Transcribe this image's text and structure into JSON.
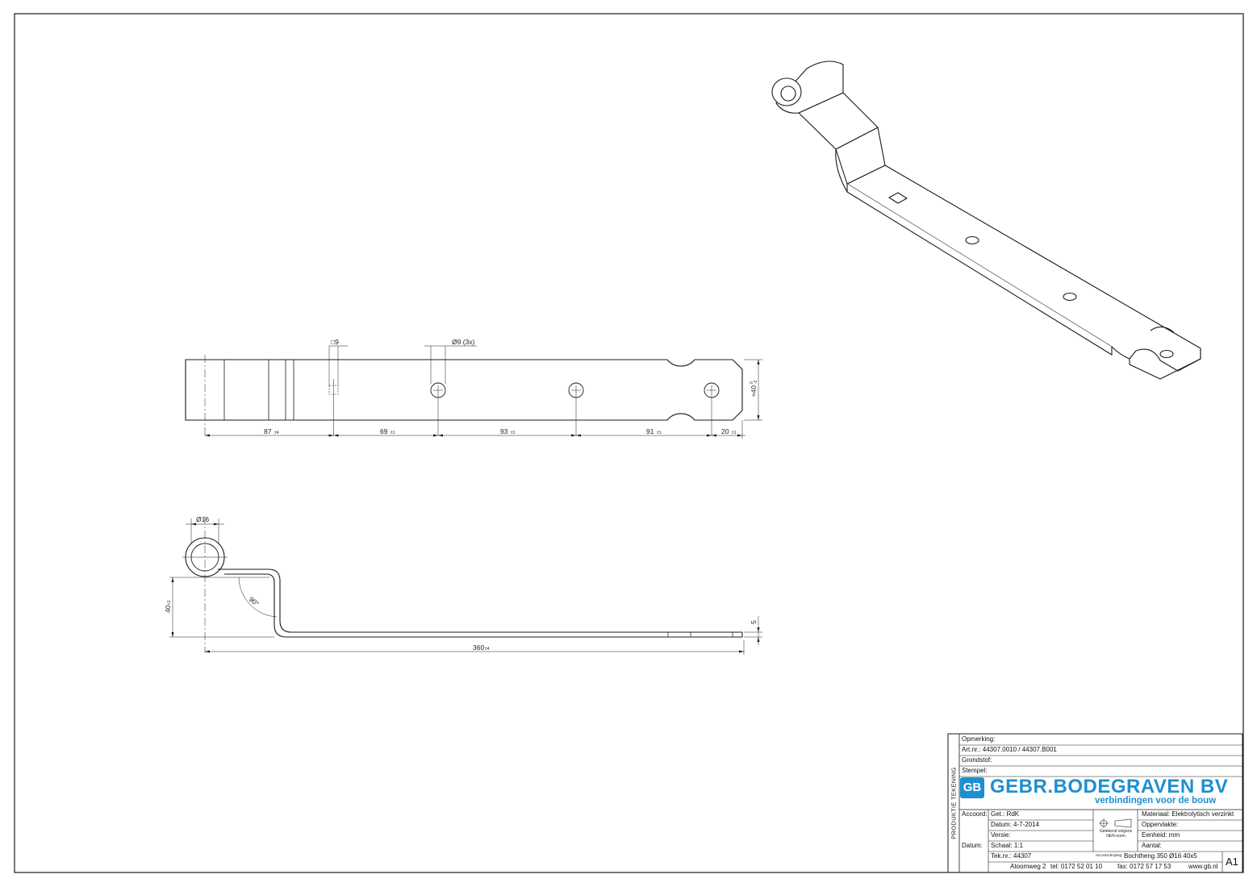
{
  "dimensions": {
    "square_hole": "□9",
    "round_holes": "Ø9 (3x)",
    "d87": "87",
    "d87_tol": "±4",
    "d69": "69",
    "d69_tol": "±1",
    "d93": "93",
    "d93_tol": "±1",
    "d91": "91",
    "d91_tol": "±1",
    "d20": "20",
    "d20_tol": "±1",
    "width": "≈40",
    "width_tol_upper": "0",
    "width_tol_lower": "-2",
    "eye_dia": "Ø16",
    "offset": "40",
    "offset_tol": "±1",
    "angle": "90°",
    "thickness": "5",
    "length": "360",
    "length_tol": "±4"
  },
  "titleblock": {
    "side_label": "PRODUKTIE TEKENING",
    "opmerking": "Opmerking:",
    "artnr": "Art.nr.:  44307.0010 / 44307.B001",
    "grondstof": "Grondstof:",
    "stempel": "Stempel:",
    "logo_mark": "GB",
    "company": "GEBR.BODEGRAVEN BV",
    "tagline": "verbindingen voor de bouw",
    "accoord": "Accoord:",
    "datum_label": "Datum:",
    "get": "Get.: RdK",
    "datum": "Datum: 4-7-2014",
    "versie": "Versie:",
    "schaal": "Schaal: 1:1",
    "teknr": "Tek.nr.: 44307",
    "nen_line1": "Getekend volgens",
    "nen_line2": "NEN-norm",
    "materiaal": "Materiaal: Elektrolytisch verzinkt",
    "oppervlakte": "Oppervlakte:",
    "eenheid": "Eenheid: mm",
    "aantal": "Aantal:",
    "omschrijving_label": "Art.omschrijving:",
    "omschrijving": "Bochtheng 350   Ø16  40x5",
    "address": "Atoomweg 2",
    "tel": "tel: 0172 52 01 10",
    "fax": "fax: 0172 57 17 53",
    "web": "www.gb.nl",
    "sheet_size": "A1"
  },
  "colors": {
    "line": "#1a1a1a",
    "brand": "#1e8fd0"
  }
}
